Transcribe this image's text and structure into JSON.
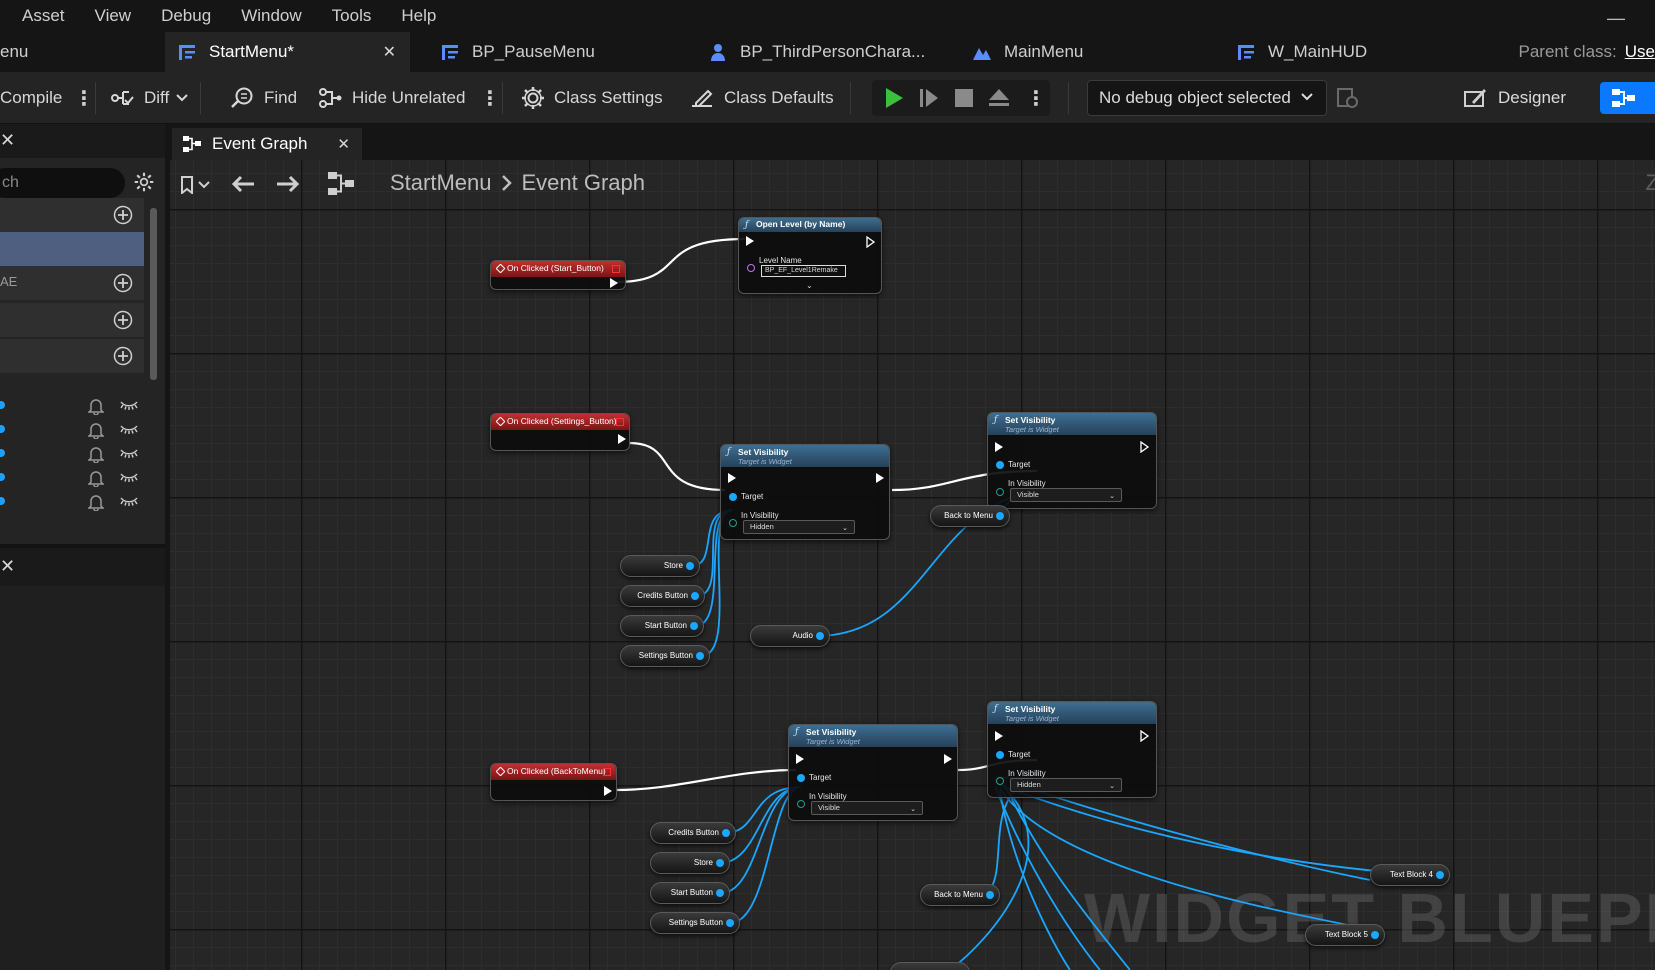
{
  "menu": [
    "Asset",
    "View",
    "Debug",
    "Window",
    "Tools",
    "Help"
  ],
  "tabs": [
    {
      "label": "enu"
    },
    {
      "label": "StartMenu*"
    },
    {
      "label": "BP_PauseMenu"
    },
    {
      "label": "BP_ThirdPersonChara..."
    },
    {
      "label": "MainMenu"
    },
    {
      "label": "W_MainHUD"
    }
  ],
  "parent_class": {
    "label": "Parent class:",
    "value": "Use"
  },
  "toolbar": {
    "compile": "Compile",
    "diff": "Diff",
    "find": "Find",
    "hide_unrelated": "Hide Unrelated",
    "class_settings": "Class Settings",
    "class_defaults": "Class Defaults",
    "debug_object": "No debug object selected",
    "designer": "Designer"
  },
  "left_panel": {
    "search_placeholder": "ch",
    "row_label": "AE",
    "variable_count": 5
  },
  "graph": {
    "tab_label": "Event Graph",
    "breadcrumb": [
      "StartMenu",
      "Event Graph"
    ],
    "zoom": "Z",
    "watermark": "WIDGET BLUEPRINT"
  },
  "nodes": {
    "ev_start": "On Clicked (Start_Button)",
    "open_level": {
      "title": "Open Level (by Name)",
      "pin": "Level Name",
      "value": "BP_EF_Level1Remake"
    },
    "ev_settings": "On Clicked (Settings_Button)",
    "set_vis_1": {
      "title": "Set Visibility",
      "sub": "Target is Widget",
      "target": "Target",
      "vis": "In Visibility",
      "value": "Hidden"
    },
    "set_vis_2": {
      "title": "Set Visibility",
      "sub": "Target is Widget",
      "target": "Target",
      "vis": "In Visibility",
      "value": "Visible"
    },
    "ev_back": "On Clicked (BackToMenu)",
    "set_vis_3": {
      "title": "Set Visibility",
      "sub": "Target is Widget",
      "target": "Target",
      "vis": "In Visibility",
      "value": "Visible"
    },
    "set_vis_4": {
      "title": "Set Visibility",
      "sub": "Target is Widget",
      "target": "Target",
      "vis": "In Visibility",
      "value": "Hidden"
    }
  },
  "var_nodes": {
    "store_1": "Store",
    "credits_1": "Credits Button",
    "start_1": "Start Button",
    "settings_1": "Settings Button",
    "back_1": "Back to Menu",
    "audio": "Audio",
    "credits_2": "Credits Button",
    "store_2": "Store",
    "start_2": "Start Button",
    "settings_2": "Settings Button",
    "back_2": "Back to Menu",
    "text4": "Text Block 4",
    "text5": "Text Block 5"
  },
  "colors": {
    "accent": "#0a78ff",
    "event_header": "#a02424",
    "function_header": "#34607f",
    "data_wire": "#1aa7ff",
    "exec_wire": "#ffffff",
    "selected_row": "#4e5f80"
  }
}
